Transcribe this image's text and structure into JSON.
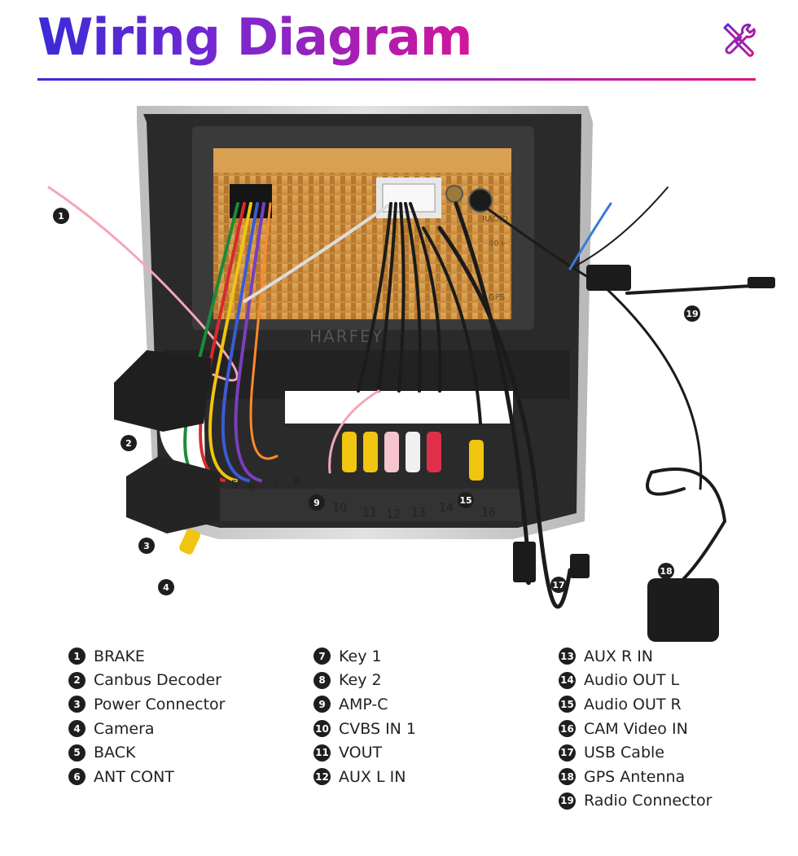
{
  "header": {
    "title": "Wiring Diagram",
    "icon": "wrench-screwdriver-icon",
    "colors": {
      "gradient_start": "#3a2ad8",
      "gradient_end": "#e0147e"
    }
  },
  "diagram": {
    "unit_brand": "HARFEY",
    "panel_labels": [
      "RADIO",
      "40+",
      "GPS"
    ],
    "callouts": [
      {
        "n": "1",
        "style": "badge"
      },
      {
        "n": "2",
        "style": "badge"
      },
      {
        "n": "3",
        "style": "badge"
      },
      {
        "n": "4",
        "style": "badge"
      },
      {
        "n": "5",
        "style": "plain"
      },
      {
        "n": "6",
        "style": "plain"
      },
      {
        "n": "7",
        "style": "plain"
      },
      {
        "n": "8",
        "style": "plain"
      },
      {
        "n": "9",
        "style": "badge"
      },
      {
        "n": "10",
        "style": "plain"
      },
      {
        "n": "11",
        "style": "plain"
      },
      {
        "n": "12",
        "style": "plain"
      },
      {
        "n": "13",
        "style": "plain"
      },
      {
        "n": "14",
        "style": "plain"
      },
      {
        "n": "15",
        "style": "badge"
      },
      {
        "n": "16",
        "style": "plain"
      },
      {
        "n": "17",
        "style": "badge"
      },
      {
        "n": "18",
        "style": "badge"
      },
      {
        "n": "19",
        "style": "badge"
      }
    ]
  },
  "legend": {
    "col1": [
      {
        "n": "1",
        "label": "BRAKE"
      },
      {
        "n": "2",
        "label": "Canbus Decoder"
      },
      {
        "n": "3",
        "label": "Power Connector"
      },
      {
        "n": "4",
        "label": "Camera"
      },
      {
        "n": "5",
        "label": "BACK"
      },
      {
        "n": "6",
        "label": "ANT CONT"
      }
    ],
    "col2": [
      {
        "n": "7",
        "label": "Key 1"
      },
      {
        "n": "8",
        "label": "Key 2"
      },
      {
        "n": "9",
        "label": "AMP-C"
      },
      {
        "n": "10",
        "label": "CVBS IN 1"
      },
      {
        "n": "11",
        "label": "VOUT"
      },
      {
        "n": "12",
        "label": "AUX L IN"
      }
    ],
    "col3": [
      {
        "n": "13",
        "label": "AUX R IN"
      },
      {
        "n": "14",
        "label": "Audio OUT L"
      },
      {
        "n": "15",
        "label": "Audio OUT R"
      },
      {
        "n": "16",
        "label": "CAM Video IN"
      },
      {
        "n": "17",
        "label": "USB Cable"
      },
      {
        "n": "18",
        "label": "GPS Antenna"
      },
      {
        "n": "19",
        "label": "Radio Connector"
      }
    ]
  }
}
